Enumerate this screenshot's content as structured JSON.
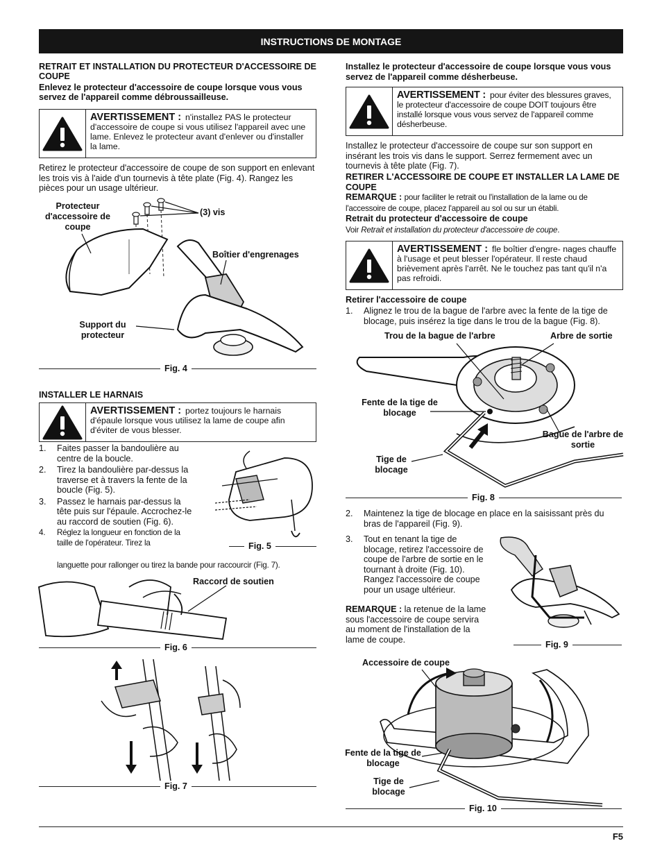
{
  "header": {
    "title": "INSTRUCTIONS DE MONTAGE"
  },
  "left": {
    "s1": {
      "title": "RETRAIT ET INSTALLATION DU PROTECTEUR D'ACCESSOIRE DE COUPE",
      "subtitle": "Enlevez le protecteur d'accessoire de coupe lorsque vous vous servez de l'appareil comme débroussailleuse.",
      "warning_title": "AVERTISSEMENT :",
      "warning_text": "n'installez PAS le protecteur d'accessoire de coupe si vous utilisez l'appareil avec une lame. Enlevez le protecteur avant d'enlever ou d'installer la lame.",
      "body": "Retirez le protecteur d'accessoire de coupe de son support en enlevant les trois vis à l'aide d'un tournevis à tête plate (Fig. 4). Rangez les pièces pour un usage ultérieur."
    },
    "fig4": {
      "caption": "Fig. 4",
      "lbl_guard": "Protecteur d'accessoire de coupe",
      "lbl_screws": "(3) vis",
      "lbl_gearbox": "Boîtier d'engrenages",
      "lbl_support": "Support du protecteur"
    },
    "s2": {
      "title": "INSTALLER LE HARNAIS",
      "warning_title": "AVERTISSEMENT :",
      "warning_text": "portez toujours le harnais d'épaule lorsque vous utilisez la lame de coupe afin d'éviter de vous blesser.",
      "steps": [
        {
          "n": "1.",
          "t": "Faites passer la bandoulière au centre de la boucle."
        },
        {
          "n": "2.",
          "t": "Tirez la bandoulière par-dessus la traverse et à travers la fente de la boucle (Fig. 5)."
        },
        {
          "n": "3.",
          "t": "Passez le harnais par-dessus la tête puis sur l'épaule. Accrochez-le au raccord de soutien (Fig. 6)."
        },
        {
          "n": "4.",
          "t": "Réglez la longueur en fonction de la taille de l'opérateur. Tirez la"
        }
      ],
      "step4_cont": "languette pour rallonger ou tirez la bande pour raccourcir (Fig. 7)."
    },
    "fig5": {
      "caption": "Fig. 5"
    },
    "fig6": {
      "caption": "Fig. 6",
      "lbl_fitting": "Raccord de soutien"
    },
    "fig7": {
      "caption": "Fig. 7"
    }
  },
  "right": {
    "s1": {
      "title": "Installez le protecteur d'accessoire de coupe lorsque vous vous servez de l'appareil comme désherbeuse.",
      "warning_title": "AVERTISSEMENT :",
      "warning_text": "pour éviter des blessures graves, le protecteur d'accessoire de coupe DOIT toujours être installé lorsque vous vous servez de l'appareil comme désherbeuse.",
      "body": "Installez le protecteur d'accessoire de coupe sur son support en insérant les trois vis dans le support. Serrez fermement avec un tournevis à tête plate (Fig. 7)."
    },
    "s2": {
      "title": "RETIRER L'ACCESSOIRE DE COUPE ET INSTALLER LA LAME DE COUPE",
      "remark_label": "REMARQUE :",
      "remark_text": "pour faciliter le retrait ou l'installation de la lame ou de l'accessoire de coupe, placez l'appareil au sol ou sur un établi.",
      "sub_title": "Retrait du protecteur d'accessoire de coupe",
      "see_prefix": "Voir",
      "see_ref": "Retrait et installation du protecteur d'accessoire de coupe",
      "see_suffix": ".",
      "warning_title": "AVERTISSEMENT :",
      "warning_text": "fle boîtier d'engre- nages chauffe à l'usage et peut blesser l'opérateur. Il reste chaud brièvement après l'arrêt. Ne le touchez pas tant qu'il n'a pas refroidi."
    },
    "s3": {
      "title": "Retirer l'accessoire de coupe",
      "step1_n": "1.",
      "step1": "Alignez le trou de la bague de l'arbre avec la fente de la tige de blocage, puis insérez la tige dans le trou de la bague (Fig. 8)."
    },
    "fig8": {
      "caption": "Fig. 8",
      "lbl_hole": "Trou de la bague de l'arbre",
      "lbl_shaft": "Arbre de sortie",
      "lbl_slot": "Fente de la tige de blocage",
      "lbl_collar": "Bague de l'arbre de sortie",
      "lbl_rod": "Tige de blocage"
    },
    "step2_n": "2.",
    "step2": "Maintenez la tige de blocage en place en la saisissant près du bras de l'appareil (Fig. 9).",
    "step3_n": "3.",
    "step3": "Tout en tenant la tige de blocage, retirez l'accessoire de coupe de l'arbre de sortie en le tournant à droite (Fig. 10). Rangez l'accessoire de coupe pour un usage ultérieur.",
    "remark2_label": "REMARQUE :",
    "remark2_text": "la retenue de la lame sous l'accessoire de coupe servira au moment de l'installation de la lame de coupe.",
    "fig9": {
      "caption": "Fig. 9"
    },
    "fig10": {
      "caption": "Fig. 10",
      "lbl_head": "Accessoire de coupe",
      "lbl_slot": "Fente de la tige de blocage",
      "lbl_rod": "Tige de blocage"
    }
  },
  "footer": {
    "page": "F5"
  },
  "icons": {
    "warning": "warning-triangle-icon"
  }
}
